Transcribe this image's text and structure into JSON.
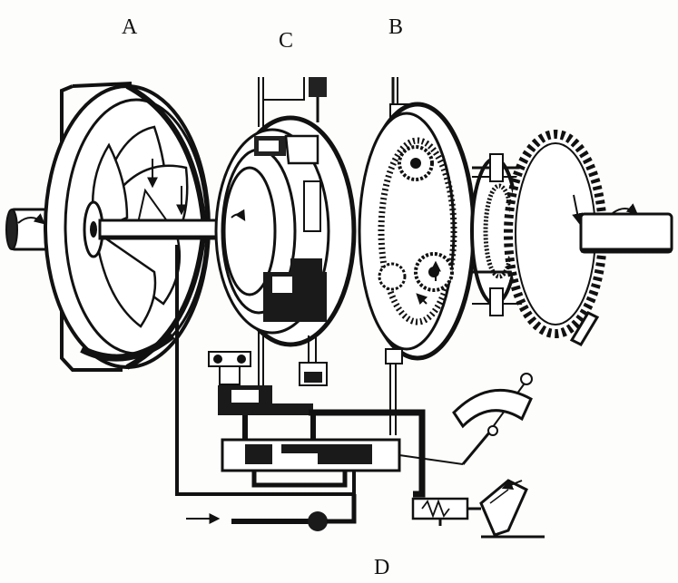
{
  "labels": {
    "a": "A",
    "b": "B",
    "c": "C",
    "d": "D"
  },
  "colors": {
    "ink": "#111111",
    "paper": "#fdfdfb"
  }
}
